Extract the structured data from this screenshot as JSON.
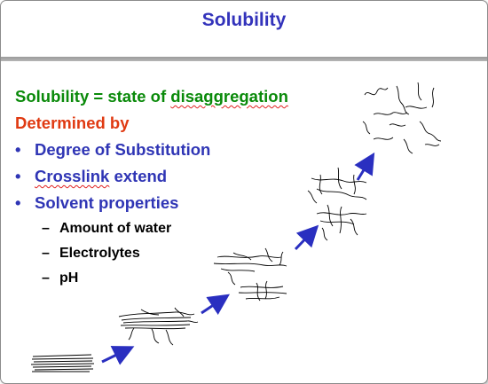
{
  "slide": {
    "title": "Solubility",
    "lines": {
      "definition": "Solubility = state of disaggregation",
      "determined": "Determined by",
      "bullets": [
        "Degree of Substitution",
        "Crosslink extend",
        "Solvent properties"
      ],
      "sub_items": [
        "Amount of water",
        "Electrolytes",
        "pH"
      ],
      "bullet_symbol": "•",
      "dash_symbol": "–"
    },
    "colors": {
      "title": "#3333bb",
      "definition": "#0a8a0a",
      "determined": "#e03a12",
      "bullets": "#2f35b5",
      "arrows": "#2a2fc0"
    }
  }
}
